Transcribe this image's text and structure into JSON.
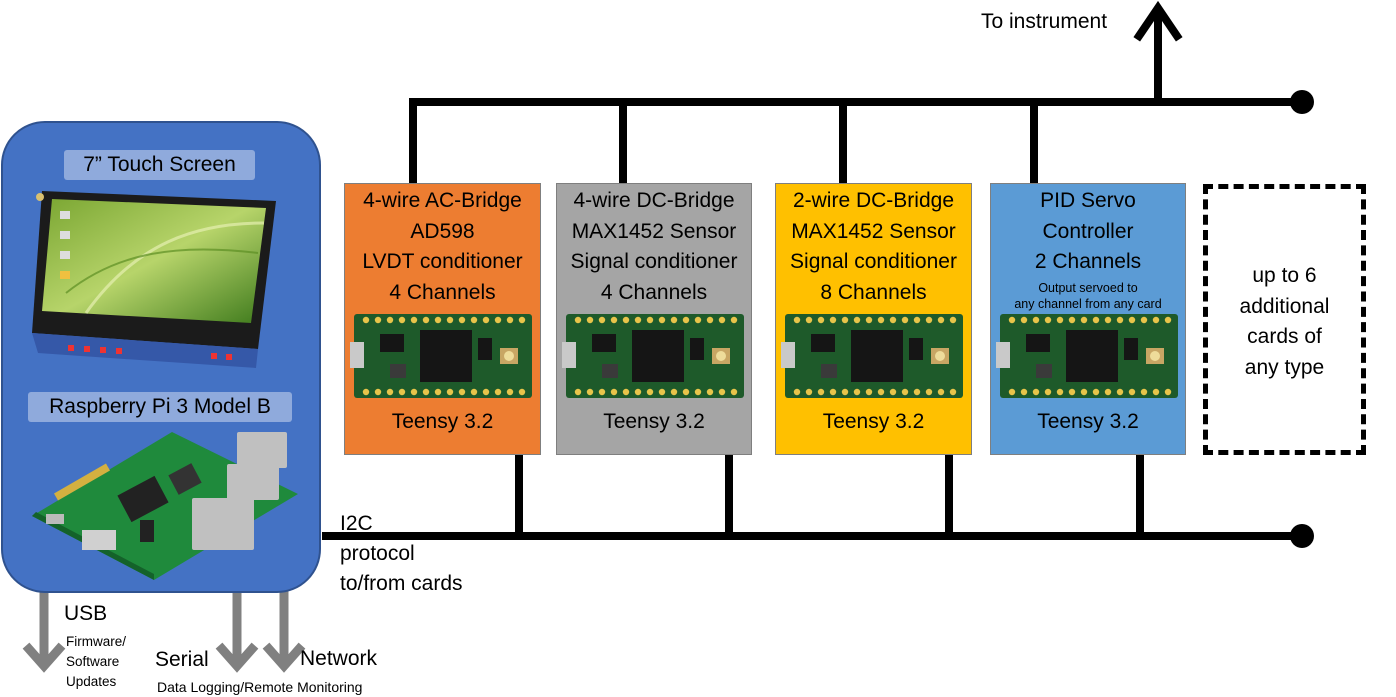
{
  "host": {
    "screen_label": "7” Touch Screen",
    "rpi_label": "Raspberry Pi 3 Model B"
  },
  "top_bus": {
    "label": "To instrument"
  },
  "i2c_bus": {
    "label_lines": [
      "I2C",
      "protocol",
      "to/from cards"
    ]
  },
  "outputs": {
    "usb": {
      "label": "USB",
      "detail_lines": [
        "Firmware/",
        "Software",
        "Updates"
      ]
    },
    "serial": {
      "label": "Serial"
    },
    "network": {
      "label": "Network"
    },
    "shared_detail": "Data Logging/Remote Monitoring"
  },
  "cards": [
    {
      "title_lines": [
        "4-wire AC-Bridge",
        "AD598",
        "LVDT conditioner",
        "4 Channels"
      ],
      "footer": "Teensy 3.2",
      "color": "#ed7d31"
    },
    {
      "title_lines": [
        "4-wire DC-Bridge",
        "MAX1452 Sensor",
        "Signal conditioner",
        "4 Channels"
      ],
      "footer": "Teensy 3.2",
      "color": "#a5a5a5"
    },
    {
      "title_lines": [
        "2-wire DC-Bridge",
        "MAX1452 Sensor",
        "Signal conditioner",
        "8 Channels"
      ],
      "footer": "Teensy 3.2",
      "color": "#ffc000"
    },
    {
      "title_lines": [
        "PID Servo",
        "Controller",
        "2 Channels"
      ],
      "note_lines": [
        "Output servoed to",
        "any channel from any card"
      ],
      "footer": "Teensy 3.2",
      "color": "#5b9bd5"
    }
  ],
  "extra_slot": {
    "text_lines": [
      "up to 6",
      "additional",
      "cards of",
      "any type"
    ]
  },
  "icons": [
    "touchscreen-image",
    "raspberry-pi-image",
    "teensy-board-image",
    "up-arrow-icon",
    "down-arrow-icon"
  ]
}
